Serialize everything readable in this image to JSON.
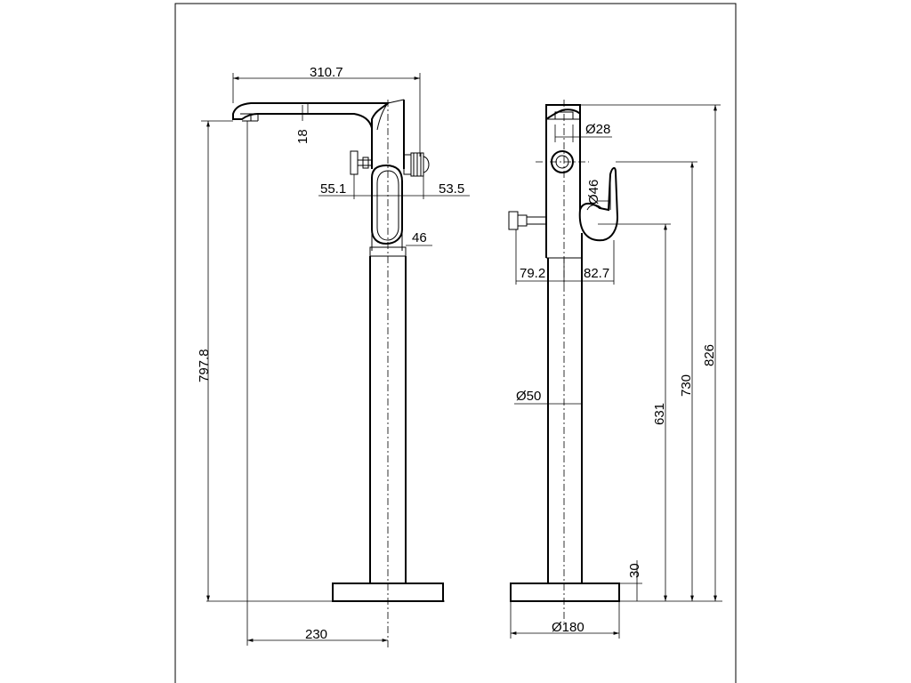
{
  "dimensions": {
    "spout_reach": "310.7",
    "spout_height": "18",
    "side_connector_left": "55.1",
    "side_connector_right": "53.5",
    "handle_width": "46",
    "total_height_front": "797.8",
    "base_offset": "230",
    "spout_diameter": "Ø28",
    "handle_diameter": "Ø46",
    "connector_left": "79.2",
    "connector_right": "82.7",
    "pipe_diameter": "Ø50",
    "height_631": "631",
    "height_730": "730",
    "height_826": "826",
    "base_thickness": "30",
    "base_diameter": "Ø180"
  }
}
